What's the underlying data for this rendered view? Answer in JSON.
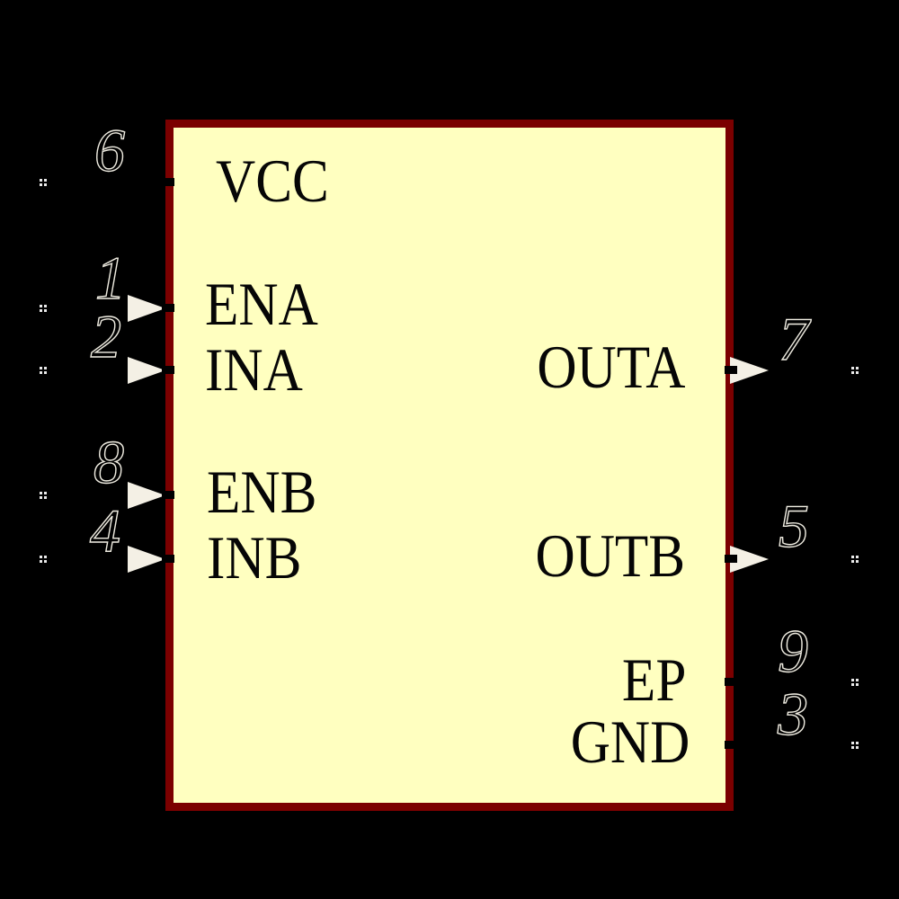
{
  "colors": {
    "background": "#000000",
    "body_fill": "#ffffc0",
    "body_border": "#7b0000",
    "pin_graphics": "#f4f0e5",
    "label_text": "#060606"
  },
  "pins": {
    "left": [
      {
        "name": "VCC",
        "number": "6"
      },
      {
        "name": "ENA",
        "number": "1"
      },
      {
        "name": "INA",
        "number": "2"
      },
      {
        "name": "ENB",
        "number": "8"
      },
      {
        "name": "INB",
        "number": "4"
      }
    ],
    "right": [
      {
        "name": "OUTA",
        "number": "7"
      },
      {
        "name": "OUTB",
        "number": "5"
      },
      {
        "name": "EP",
        "number": "9"
      },
      {
        "name": "GND",
        "number": "3"
      }
    ]
  }
}
